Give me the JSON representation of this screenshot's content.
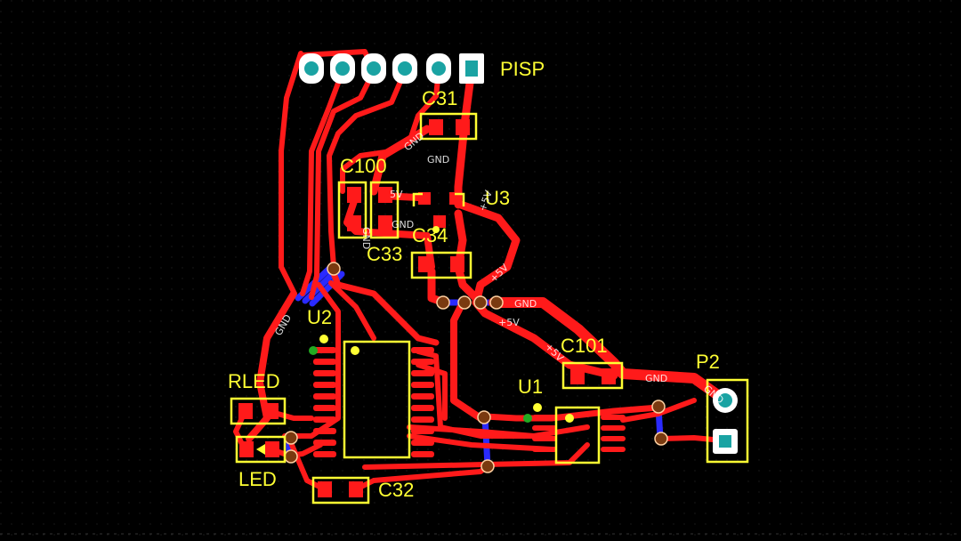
{
  "colors": {
    "background": "#000000",
    "copper_top": "#ff1a1a",
    "copper_bottom": "#2020ff",
    "silkscreen": "#ffff33",
    "via": "#7a3a10",
    "pin1_marker": "#22aa22"
  },
  "components": {
    "pisp": "PISP",
    "c31": "C31",
    "c100": "C100",
    "u3": "U3",
    "c34": "C34",
    "c33": "C33",
    "u2": "U2",
    "rled": "RLED",
    "led": "LED",
    "c32": "C32",
    "u1": "U1",
    "c101": "C101",
    "p2": "P2"
  },
  "nets": {
    "gnd": "GND",
    "vcc": "+5V",
    "five_v": "5V"
  }
}
